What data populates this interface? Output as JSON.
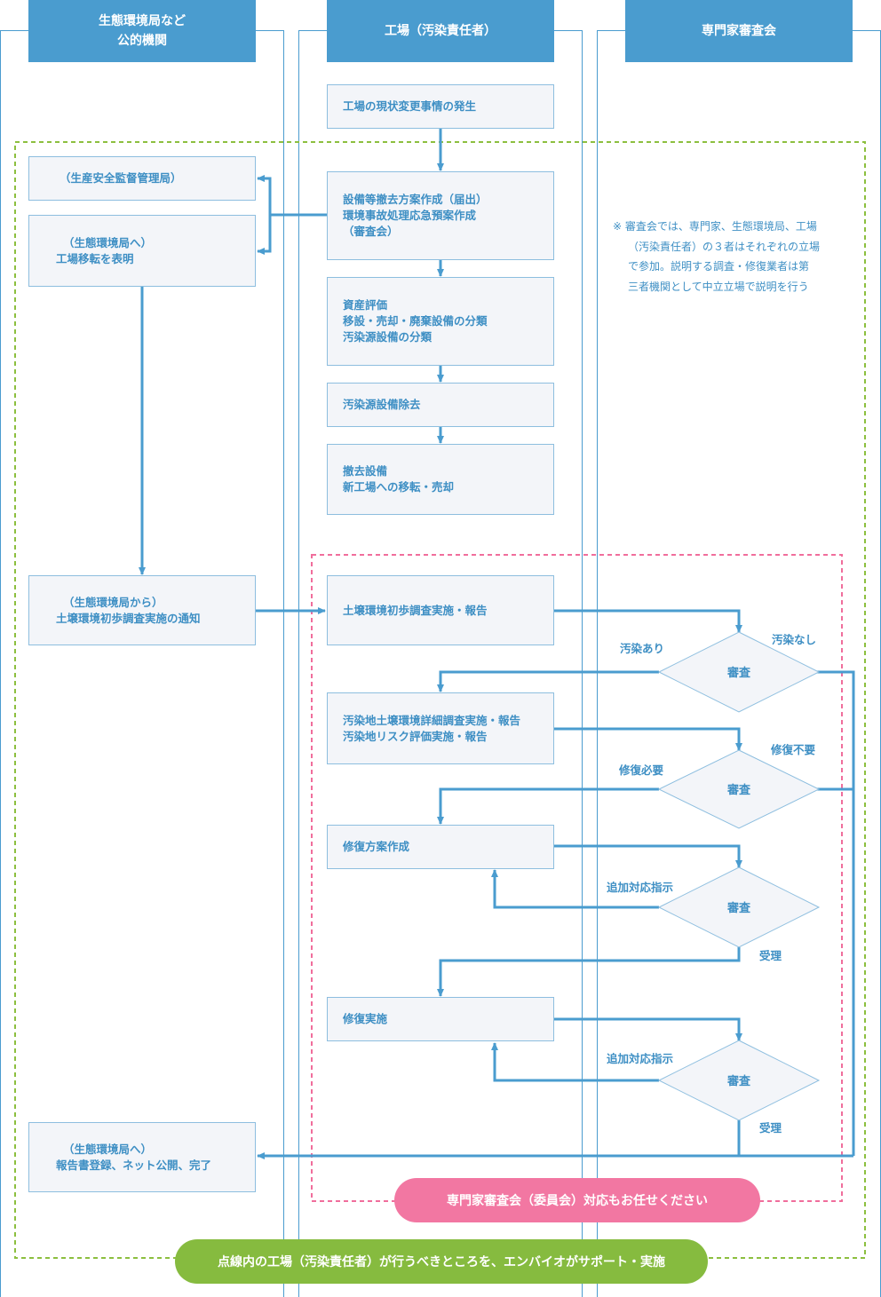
{
  "lanes": {
    "public": {
      "title_line1": "生態環境局など",
      "title_line2": "公的機関"
    },
    "factory": {
      "title": "工場（汚染責任者）"
    },
    "experts": {
      "title": "専門家審査会"
    }
  },
  "public_nodes": {
    "safety_bureau": {
      "line1": "（生産安全監督管理局）"
    },
    "relocation": {
      "line1": "（生態環境局へ）",
      "line2": "工場移転を表明"
    },
    "notice": {
      "line1": "（生態環境局から）",
      "line2": "土壌環境初歩調査実施の通知"
    },
    "report": {
      "line1": "（生態環境局へ）",
      "line2": "報告書登録、ネット公開、完了"
    }
  },
  "factory_nodes": {
    "status_change": {
      "line1": "工場の現状変更事情の発生"
    },
    "removal_plan": {
      "line1": "設備等撤去方案作成（届出）",
      "line2": "環境事故処理応急預案作成",
      "line3": "（審査会）"
    },
    "asset_eval": {
      "line1": "資産評価",
      "line2": "移設・売却・廃棄設備の分類",
      "line3": "汚染源設備の分類"
    },
    "source_removal": {
      "line1": "汚染源設備除去"
    },
    "removed_equipment": {
      "line1": "撤去設備",
      "line2": "新工場への移転・売却"
    },
    "initial_survey": {
      "line1": "土壌環境初歩調査実施・報告"
    },
    "detailed_survey": {
      "line1": "汚染地土壌環境詳細調査実施・報告",
      "line2": "汚染地リスク評価実施・報告"
    },
    "remediation_plan": {
      "line1": "修復方案作成"
    },
    "remediation": {
      "line1": "修復実施"
    }
  },
  "reviews": {
    "review1": {
      "label": "審査",
      "left": "汚染あり",
      "right": "汚染なし"
    },
    "review2": {
      "label": "審査",
      "left": "修復必要",
      "right": "修復不要"
    },
    "review3": {
      "label": "審査",
      "left": "追加対応指示",
      "bottom": "受理"
    },
    "review4": {
      "label": "審査",
      "left": "追加対応指示",
      "bottom": "受理"
    }
  },
  "note": {
    "line1": "※ 審査会では、専門家、生態環境局、工場",
    "line2": "（汚染責任者）の３者はそれぞれの立場",
    "line3": "で参加。説明する調査・修復業者は第",
    "line4": "三者機関として中立立場で説明を行う"
  },
  "banners": {
    "expert_support": "専門家審査会（委員会）対応もお任せください",
    "envibio_support": "点線内の工場（汚染責任者）が行うべきところを、エンバイオがサポート・実施"
  },
  "colors": {
    "lane_blue": "#4a9ccf",
    "line_blue": "#4a9ccf",
    "text_blue": "#3e8fc4",
    "node_fill": "#f3f5f9",
    "green_dash": "#8cbf3f",
    "pink_dash": "#f06e9c",
    "pink_pill": "#f277a2",
    "green_pill": "#86bb3f"
  }
}
